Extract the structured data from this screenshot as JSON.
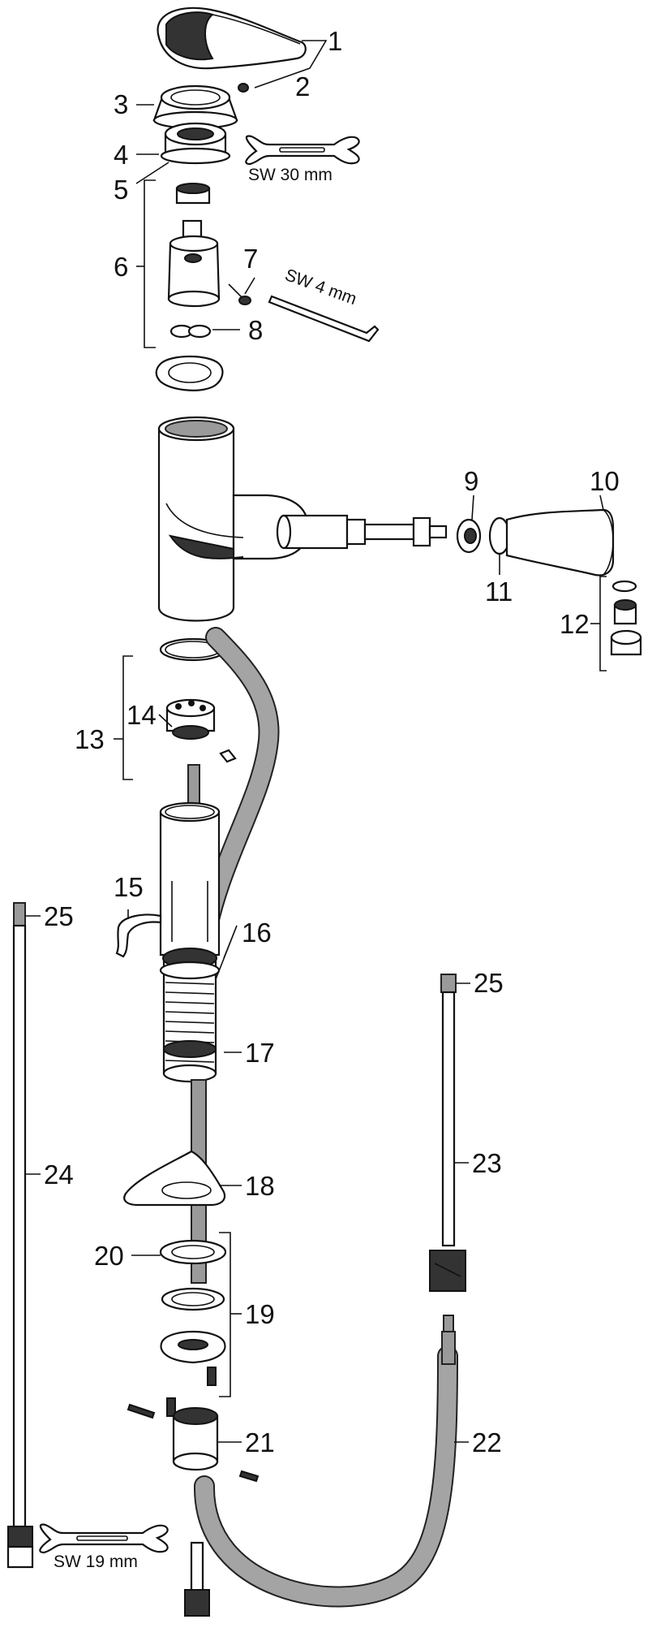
{
  "diagram": {
    "callouts": [
      {
        "id": "1",
        "text": "1"
      },
      {
        "id": "2",
        "text": "2"
      },
      {
        "id": "3",
        "text": "3"
      },
      {
        "id": "4",
        "text": "4"
      },
      {
        "id": "5",
        "text": "5"
      },
      {
        "id": "6",
        "text": "6"
      },
      {
        "id": "7",
        "text": "7"
      },
      {
        "id": "8",
        "text": "8"
      },
      {
        "id": "9",
        "text": "9"
      },
      {
        "id": "10",
        "text": "10"
      },
      {
        "id": "11",
        "text": "11"
      },
      {
        "id": "12",
        "text": "12"
      },
      {
        "id": "13",
        "text": "13"
      },
      {
        "id": "14",
        "text": "14"
      },
      {
        "id": "15",
        "text": "15"
      },
      {
        "id": "16",
        "text": "16"
      },
      {
        "id": "17",
        "text": "17"
      },
      {
        "id": "18",
        "text": "18"
      },
      {
        "id": "19",
        "text": "19"
      },
      {
        "id": "20",
        "text": "20"
      },
      {
        "id": "21",
        "text": "21"
      },
      {
        "id": "22",
        "text": "22"
      },
      {
        "id": "23",
        "text": "23"
      },
      {
        "id": "24",
        "text": "24"
      },
      {
        "id": "25a",
        "text": "25"
      },
      {
        "id": "25b",
        "text": "25"
      }
    ],
    "tool_labels": {
      "wrench_30": "SW 30 mm",
      "hex_key_4": "SW 4 mm",
      "wrench_19": "SW 19 mm"
    }
  }
}
